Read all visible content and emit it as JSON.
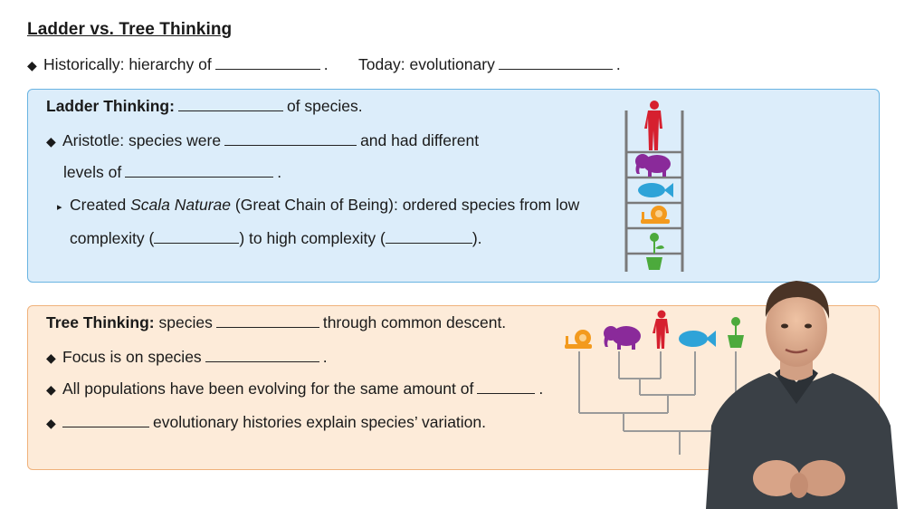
{
  "title": "Ladder vs. Tree Thinking",
  "intro": {
    "bullet": "◆",
    "part1": "Historically: hierarchy of",
    "part2": ".",
    "part3": "Today: evolutionary",
    "part4": "."
  },
  "ladder": {
    "heading": "Ladder Thinking:",
    "heading_rest": "of species.",
    "b1_part1": "Aristotle: species were",
    "b1_part2": "and had different",
    "b1_line2a": "levels of",
    "b1_line2b": ".",
    "sub_part1": "Created ",
    "sub_italic": "Scala Naturae",
    "sub_part2": " (Great Chain of Being): ordered species from low",
    "sub_line2a": "complexity (",
    "sub_line2b": ") to high complexity (",
    "sub_line2c": ")."
  },
  "tree": {
    "heading": "Tree Thinking:",
    "heading_a": "species",
    "heading_b": "through common descent.",
    "b1a": "Focus is on species",
    "b1b": ".",
    "b2a": "All populations have been evolving for the same amount of",
    "b2b": ".",
    "b3": "evolutionary histories explain species’ variation."
  },
  "colors": {
    "blue_panel": "#dcedfa",
    "orange_panel": "#fdebd9",
    "human": "#d6202f",
    "elephant": "#8a2a9a",
    "fish": "#2ea3d8",
    "snail": "#f39a1e",
    "plant": "#4caa3c"
  },
  "icons": [
    "human-icon",
    "elephant-icon",
    "fish-icon",
    "snail-icon",
    "plant-icon"
  ]
}
